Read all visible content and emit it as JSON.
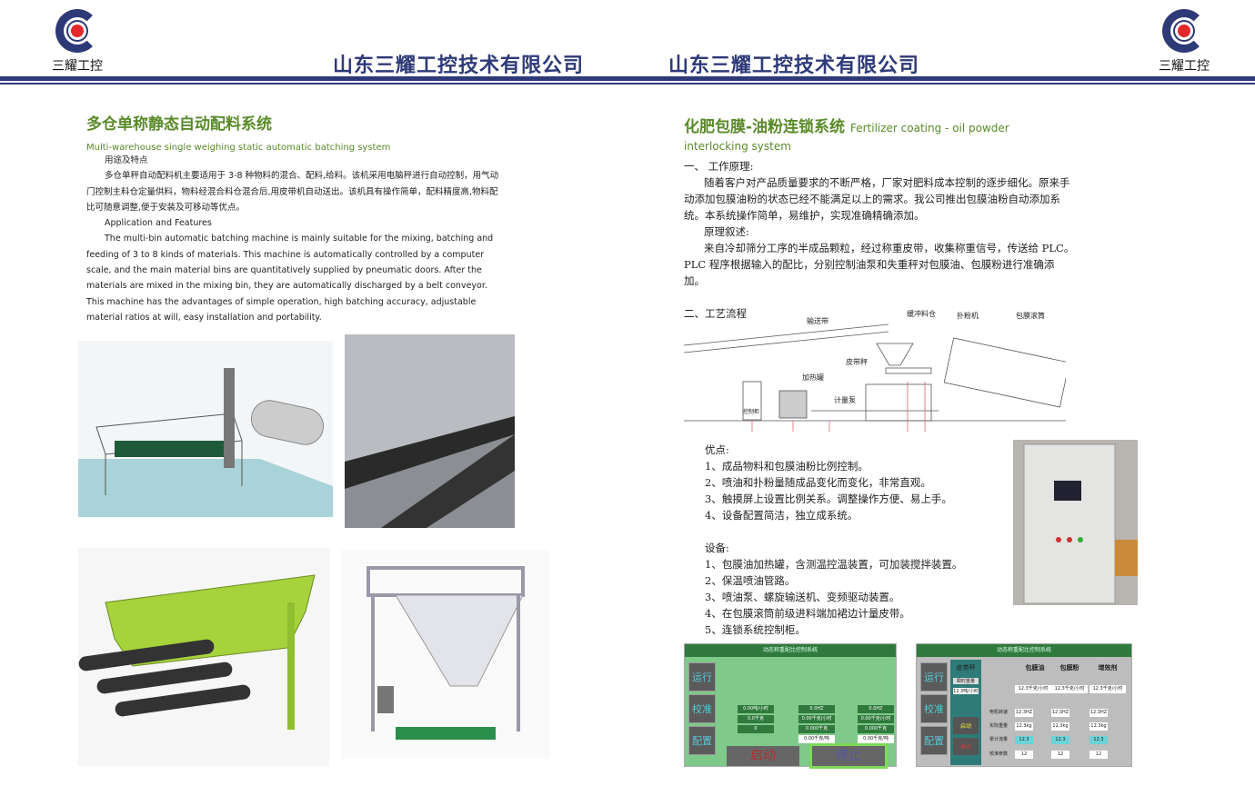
{
  "header": {
    "logo_text": "三耀工控",
    "company_left": "山东三耀工控技术有限公司",
    "company_right": "山东三耀工控技术有限公司"
  },
  "left": {
    "title": "多仓单称静态自动配料系统",
    "subtitle": "Multi-warehouse single weighing static automatic batching system",
    "cn_heading": "用途及特点",
    "cn_body": "多仓单秤自动配料机主要适用于 3-8 种物料的混合、配料,给料。该机采用电脑秤进行自动控制，用气动门控制主料仓定量供料，物料经混合料仓混合后,用皮带机自动送出。该机具有操作简单，配料精度高,物料配比可随意调整,便于安装及可移动等优点。",
    "en_heading": "Application and Features",
    "en_body": "The multi-bin automatic batching machine is mainly suitable for the mixing, batching and feeding of 3 to 8 kinds of materials. This machine is automatically controlled by a computer scale, and the main material bins are quantitatively supplied by pneumatic doors. After the materials are mixed in the mixing bin, they are automatically discharged by a belt conveyor. This machine has the advantages of simple operation, high batching accuracy, adjustable material ratios at will, easy installation and portability."
  },
  "right": {
    "title": "化肥包膜-油粉连锁系统",
    "title_en": "Fertilizer coating - oil powder interlocking system",
    "s1": "一、      工作原理:",
    "s1_body": "随着客户对产品质量要求的不断严格，厂家对肥料成本控制的逐步细化。原来手动添加包膜油粉的状态已经不能满足以上的需求。我公司推出包膜油粉自动添加系统。本系统操作简单，易维护，实现准确精确添加。",
    "s1_sub": "原理叙述:",
    "s1_sub_body": "来自冷却筛分工序的半成品颗粒，经过称重皮带，收集称重信号，传送给 PLC。PLC 程序根据输入的配比，分别控制油泵和失重秤对包膜油、包膜粉进行准确添加。",
    "s2": "二、工艺流程",
    "diagram_labels": {
      "conveyor": "输送带",
      "buffer": "缓冲料仓",
      "duster": "扑粉机",
      "drum": "包膜滚筒",
      "belt_scale": "皮带秤",
      "heater": "加热罐",
      "pump": "计量泵",
      "cabinet": "控制柜"
    },
    "adv_title": "优点:",
    "advantages": [
      "1、成品物料和包膜油粉比例控制。",
      "2、喷油和扑粉量随成品变化而变化，非常直观。",
      "3、触摸屏上设置比例关系。调整操作方便、易上手。",
      "4、设备配置简洁，独立成系统。"
    ],
    "equip_title": "设备:",
    "equipment": [
      "1、包膜油加热罐，含测温控温装置，可加装搅拌装置。",
      "2、保温喷油管路。",
      "3、喷油泵、螺旋输送机、变频驱动装置。",
      "4、在包膜滚筒前级进料端加裙边计量皮带。",
      "5、连锁系统控制柜。"
    ],
    "hmi1": {
      "title": "动态称重配比控制系统",
      "side": [
        "运行",
        "校准",
        "配置"
      ],
      "start": "启动",
      "stop": "停止",
      "vals": [
        "0.00吨/小时",
        "0.0千克",
        "0",
        "0.0HZ",
        "0.00千克/小时",
        "0.000千克",
        "0.0HZ",
        "0.00千克/小时",
        "0.000千克"
      ],
      "set1": "0.00千克/吨",
      "set2": "0.00千克/吨"
    },
    "hmi2": {
      "title": "动态称重配比控制系统",
      "side": [
        "运行",
        "校准",
        "配置"
      ],
      "belt": "皮带秤",
      "inst": "瞬时重量",
      "inst_val": "12.3吨/小时",
      "start": "启动",
      "stop": "停止",
      "cols": [
        "包膜油",
        "包膜粉",
        "增效剂"
      ],
      "rows": [
        "电机转速",
        "实际重量",
        "累计流量",
        "校准参数"
      ],
      "flow": "12.3千克/小时",
      "hz": "12.3HZ",
      "kg": "12.3kg",
      "cum": "12.3",
      "cal": "12"
    }
  }
}
